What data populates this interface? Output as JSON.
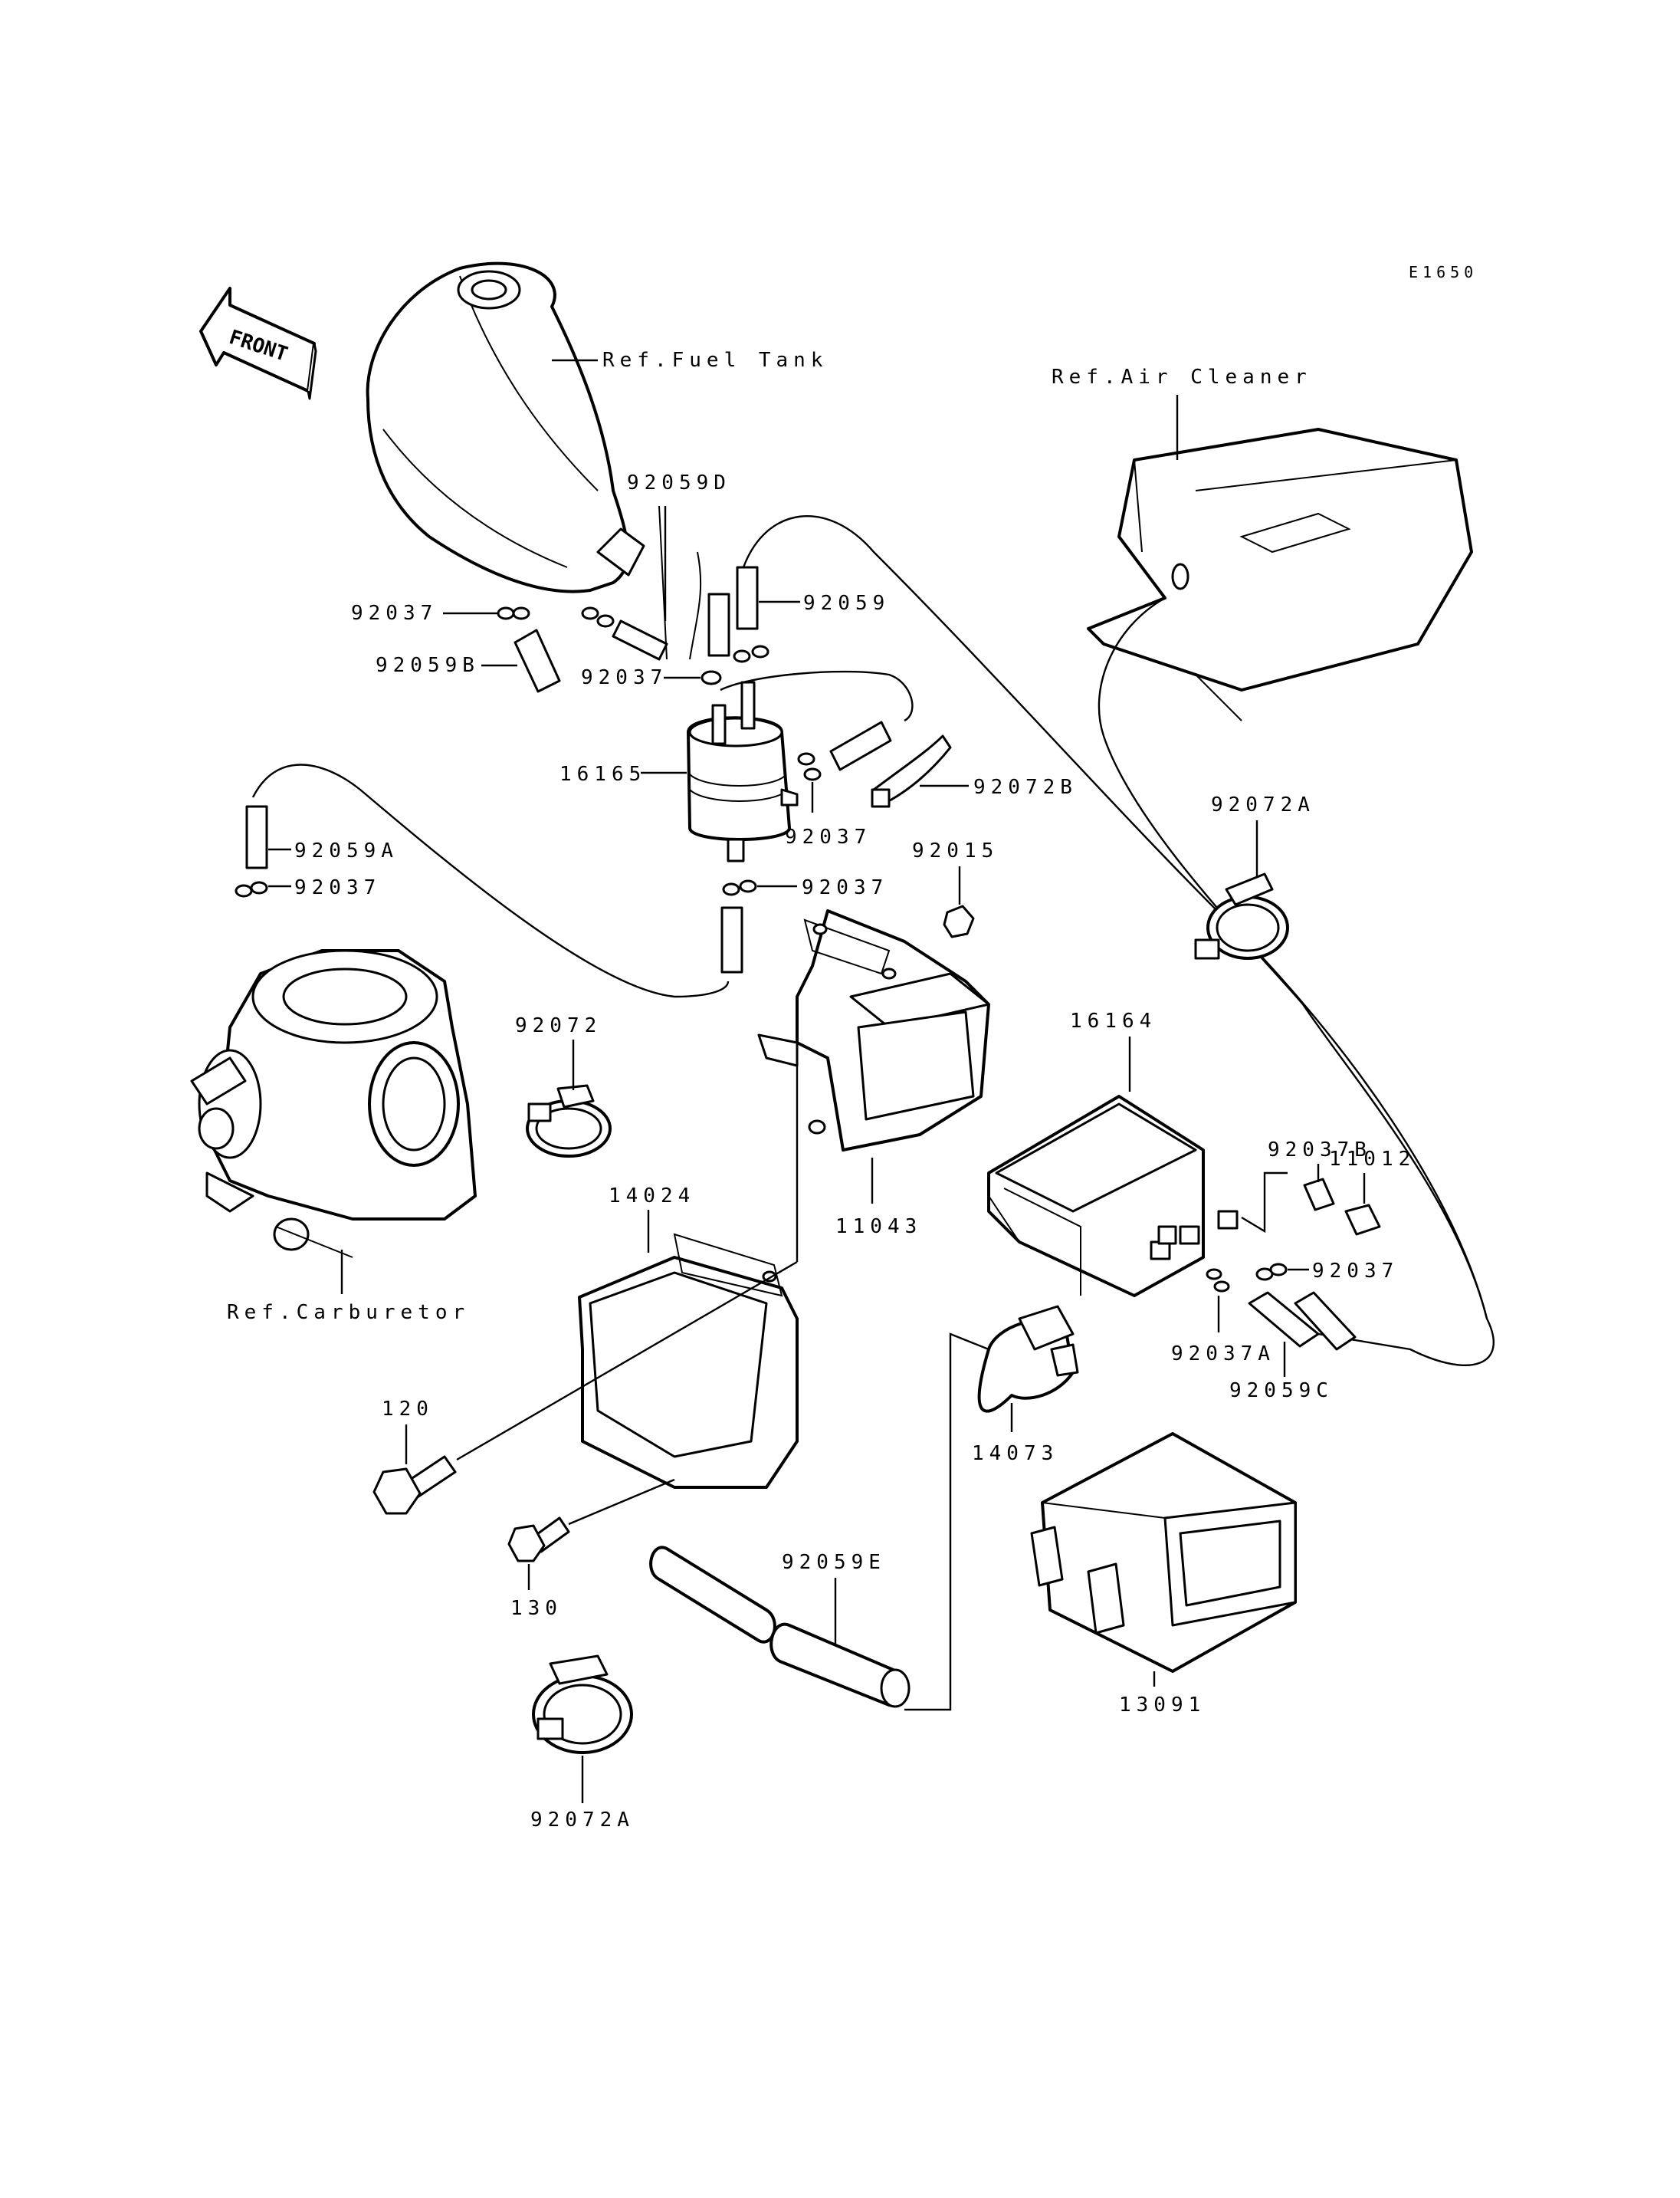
{
  "diagram": {
    "code": "E1650",
    "front_label": "FRONT",
    "refs": {
      "fuel_tank": "Ref.Fuel Tank",
      "air_cleaner": "Ref.Air Cleaner",
      "carburetor": "Ref.Carburetor"
    },
    "parts": {
      "p92059D": "92059D",
      "p92037_a": "92037",
      "p92059": "92059",
      "p92059B": "92059B",
      "p92037_b": "92037",
      "p16165": "16165",
      "p92072B": "92072B",
      "p92037_c": "92037",
      "p92059A": "92059A",
      "p92037_d": "92037",
      "p92015": "92015",
      "p92037_e": "92037",
      "p92072A_top": "92072A",
      "p92072": "92072",
      "p16164": "16164",
      "p92037B": "92037B",
      "p11012": "11012",
      "p11043": "11043",
      "p14024": "14024",
      "p92037_f": "92037",
      "p92037A": "92037A",
      "p92059C": "92059C",
      "p120": "120",
      "p14073": "14073",
      "p130": "130",
      "p92059E": "92059E",
      "p13091": "13091",
      "p92072A_bottom": "92072A"
    }
  }
}
